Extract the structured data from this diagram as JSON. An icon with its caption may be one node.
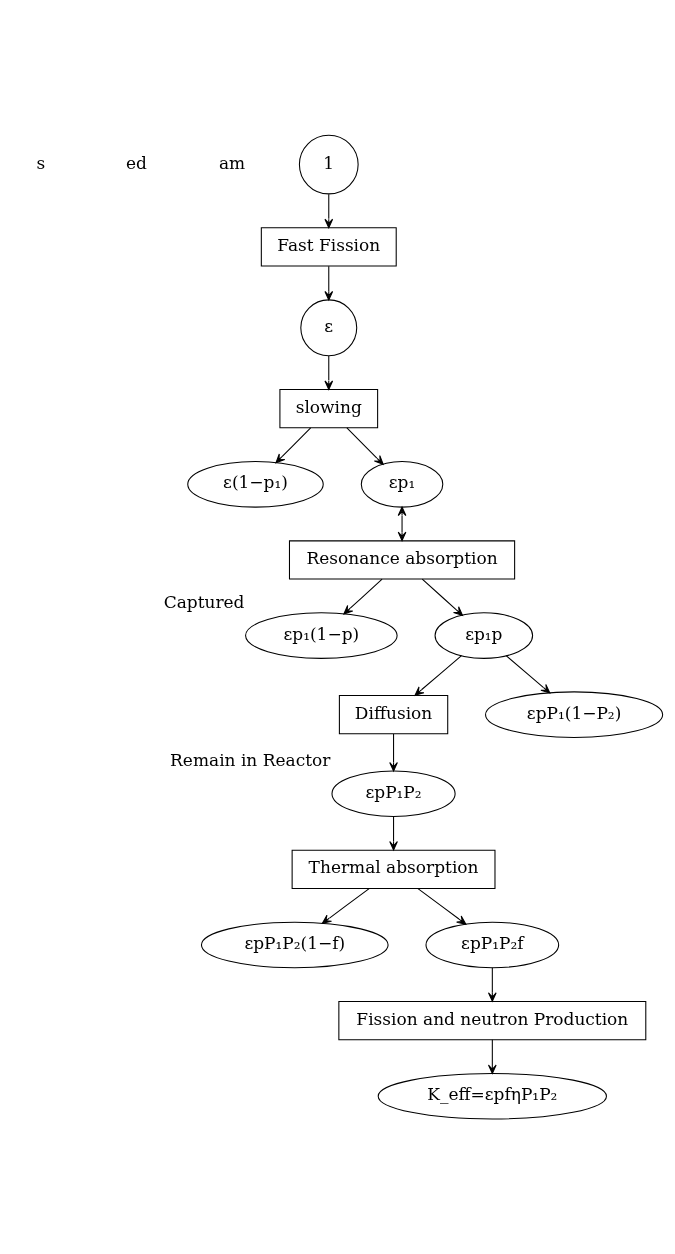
{
  "diagram": {
    "nodes": [
      {
        "text": [
          "1"
        ]
      },
      {
        "text": [
          "Fast Fission"
        ]
      },
      {
        "text": [
          "ε"
        ]
      },
      {
        "text": [
          "slowing"
        ]
      },
      {
        "text": [
          "ε(1−p₁)"
        ]
      },
      {
        "text": [
          "εp₁"
        ]
      },
      {
        "text": [
          "Resonance absorption"
        ]
      },
      {
        "text": [
          "εp₁(1−p)"
        ],
        "beside": [
          "Captured"
        ]
      },
      {
        "text": [
          "εp₁p"
        ]
      },
      {
        "text": [
          "Diffusion"
        ]
      },
      {
        "text": [
          "εpP₁(1−P₂)"
        ]
      },
      {
        "text": [
          "εpP₁P₂"
        ],
        "beside": [
          "Remain in Reactor"
        ]
      },
      {
        "text": [
          "Thermal absorption"
        ]
      },
      {
        "text": [
          "εpP₁P₂(1−f)"
        ]
      },
      {
        "text": [
          "εpP₁P₂f"
        ]
      },
      {
        "text": [
          "Fission and neutron Production"
        ]
      },
      {
        "text": [
          "K_eff=εpfηP₁P₂"
        ]
      }
    ],
    "edges": [
      {
        "from": 0,
        "to": 1,
        "arrow": "to"
      },
      {
        "from": 1,
        "to": 2,
        "arrow": "to"
      },
      {
        "from": 2,
        "to": 3,
        "arrow": "to"
      },
      {
        "from": 3,
        "to": 4,
        "arrow": "to"
      },
      {
        "from": 3,
        "to": 5,
        "arrow": "to"
      },
      {
        "from": 5,
        "to": 6,
        "arrow": "both"
      },
      {
        "from": 6,
        "to": 7,
        "arrow": "to"
      },
      {
        "from": 6,
        "to": 8,
        "arrow": "to"
      },
      {
        "from": 8,
        "to": 10,
        "arrow": "to"
      },
      {
        "from": 8,
        "to": 9,
        "arrow": "to"
      },
      {
        "from": 9,
        "to": 11,
        "arrow": "to"
      },
      {
        "from": 11,
        "to": 12,
        "arrow": "to"
      },
      {
        "from": 12,
        "to": 13,
        "arrow": "to"
      },
      {
        "from": 12,
        "to": 14,
        "arrow": "to"
      },
      {
        "from": 14,
        "to": 15,
        "arrow": "to"
      },
      {
        "from": 15,
        "to": 16,
        "arrow": "to"
      }
    ],
    "labels": [
      "s",
      "ed",
      "am"
    ]
  }
}
